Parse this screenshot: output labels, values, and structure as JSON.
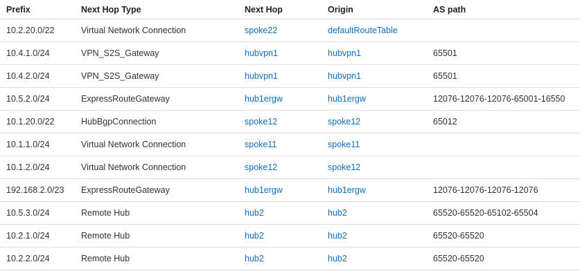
{
  "table": {
    "columns": [
      {
        "key": "prefix",
        "label": "Prefix"
      },
      {
        "key": "next_hop_type",
        "label": "Next Hop Type"
      },
      {
        "key": "next_hop",
        "label": "Next Hop"
      },
      {
        "key": "origin",
        "label": "Origin"
      },
      {
        "key": "as_path",
        "label": "AS path"
      }
    ],
    "link_color": "#0f6cbd",
    "text_color": "#323130",
    "header_color": "#201f1e",
    "row_separator_color": "#dcdcdc",
    "rows": [
      {
        "prefix": "10.2.20.0/22",
        "next_hop_type": "Virtual Network Connection",
        "next_hop": "spoke22",
        "origin": "defaultRouteTable",
        "as_path": ""
      },
      {
        "prefix": "10.4.1.0/24",
        "next_hop_type": "VPN_S2S_Gateway",
        "next_hop": "hubvpn1",
        "origin": "hubvpn1",
        "as_path": "65501"
      },
      {
        "prefix": "10.4.2.0/24",
        "next_hop_type": "VPN_S2S_Gateway",
        "next_hop": "hubvpn1",
        "origin": "hubvpn1",
        "as_path": "65501"
      },
      {
        "prefix": "10.5.2.0/24",
        "next_hop_type": "ExpressRouteGateway",
        "next_hop": "hub1ergw",
        "origin": "hub1ergw",
        "as_path": "12076-12076-12076-65001-16550"
      },
      {
        "prefix": "10.1.20.0/22",
        "next_hop_type": "HubBgpConnection",
        "next_hop": "spoke12",
        "origin": "spoke12",
        "as_path": "65012"
      },
      {
        "prefix": "10.1.1.0/24",
        "next_hop_type": "Virtual Network Connection",
        "next_hop": "spoke11",
        "origin": "spoke11",
        "as_path": ""
      },
      {
        "prefix": "10.1.2.0/24",
        "next_hop_type": "Virtual Network Connection",
        "next_hop": "spoke12",
        "origin": "spoke12",
        "as_path": ""
      },
      {
        "prefix": "192.168.2.0/23",
        "next_hop_type": "ExpressRouteGateway",
        "next_hop": "hub1ergw",
        "origin": "hub1ergw",
        "as_path": "12076-12076-12076-12076"
      },
      {
        "prefix": "10.5.3.0/24",
        "next_hop_type": "Remote Hub",
        "next_hop": "hub2",
        "origin": "hub2",
        "as_path": "65520-65520-65102-65504"
      },
      {
        "prefix": "10.2.1.0/24",
        "next_hop_type": "Remote Hub",
        "next_hop": "hub2",
        "origin": "hub2",
        "as_path": "65520-65520"
      },
      {
        "prefix": "10.2.2.0/24",
        "next_hop_type": "Remote Hub",
        "next_hop": "hub2",
        "origin": "hub2",
        "as_path": "65520-65520"
      }
    ]
  }
}
